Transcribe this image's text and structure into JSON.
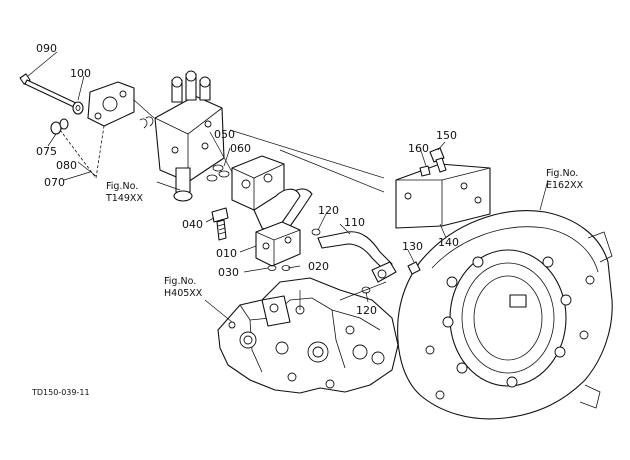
{
  "labels": {
    "p090": "090",
    "p100": "100",
    "p075": "075",
    "p080": "080",
    "p070": "070",
    "p050": "050",
    "p060": "060",
    "p040": "040",
    "p010": "010",
    "p030": "030",
    "p020": "020",
    "p120a": "120",
    "p110": "110",
    "p120b": "120",
    "p130": "130",
    "p140": "140",
    "p150": "150",
    "p160": "160"
  },
  "refs": {
    "t149_line1": "Fig.No.",
    "t149_line2": "T149XX",
    "h405_line1": "Fig.No.",
    "h405_line2": "H405XX",
    "e162_line1": "Fig.No.",
    "e162_line2": "E162XX"
  },
  "drawing_code": "TD150-039-11"
}
